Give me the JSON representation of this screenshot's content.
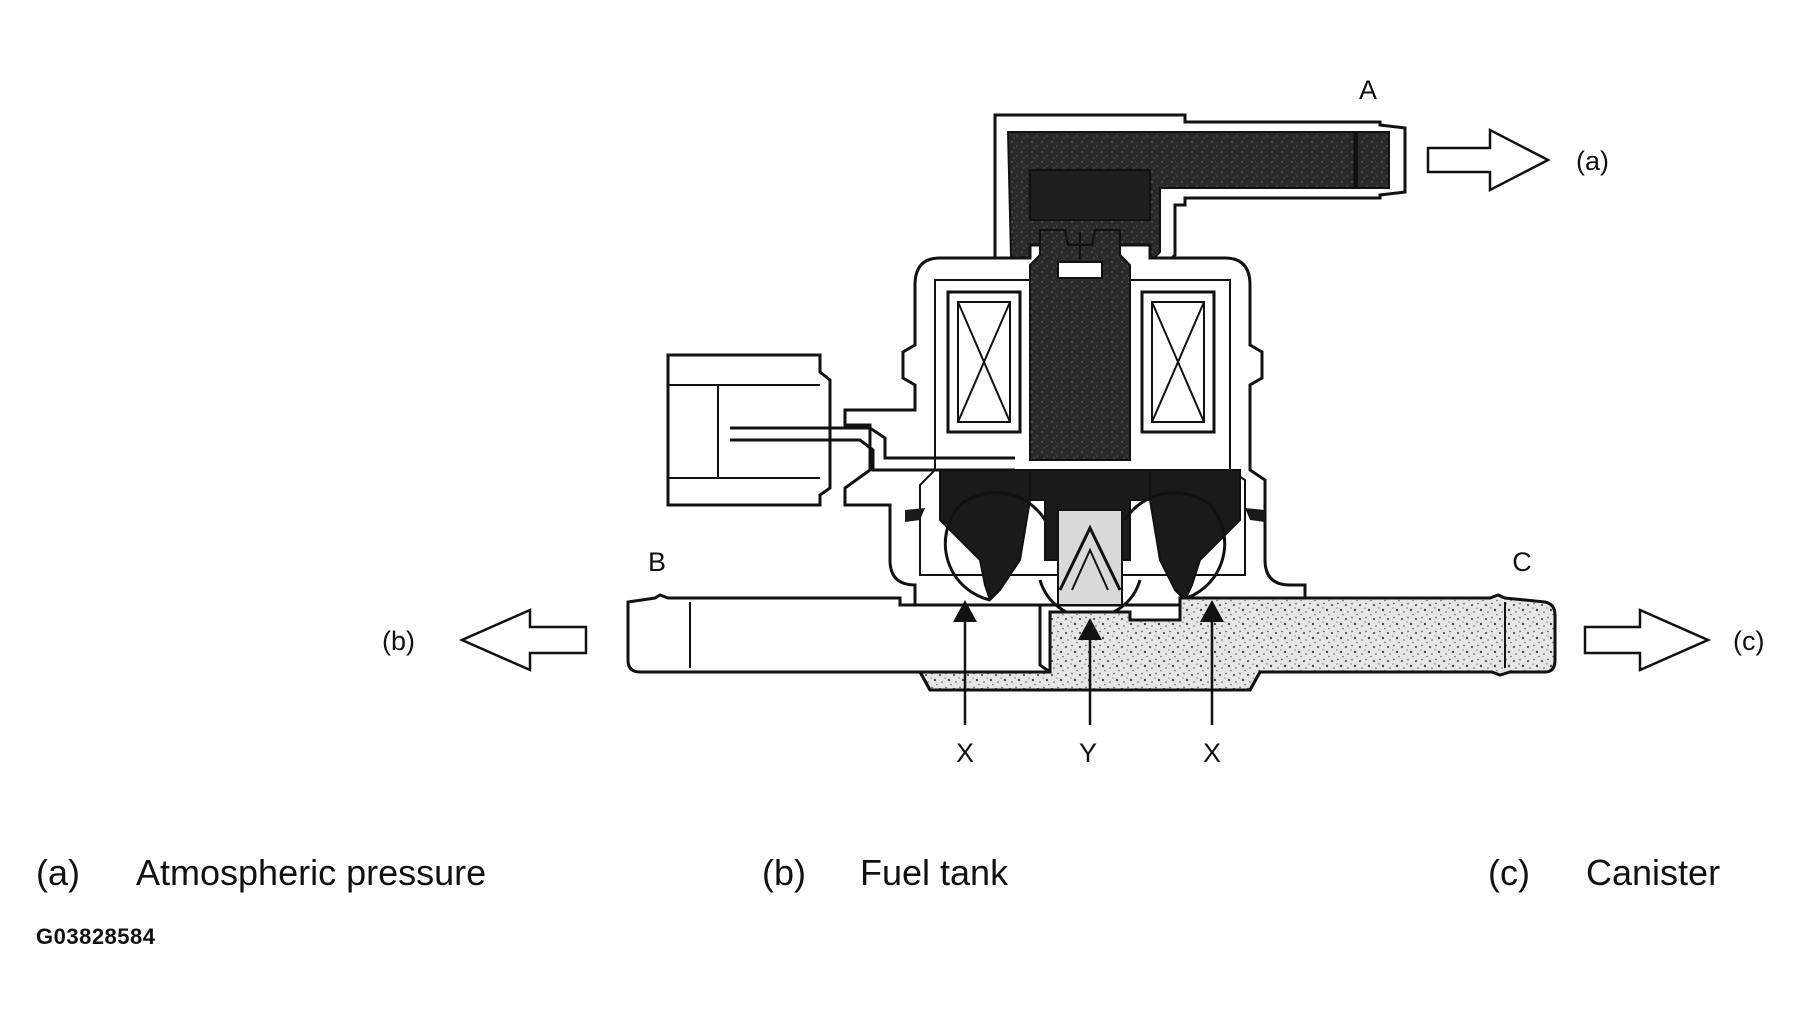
{
  "diagram": {
    "port_labels": {
      "a": "A",
      "b": "B",
      "c": "C"
    },
    "flow_labels": {
      "a": "(a)",
      "b": "(b)",
      "c": "(c)"
    },
    "part_labels": {
      "x_left": "X",
      "y": "Y",
      "x_right": "X"
    }
  },
  "legend": [
    {
      "key": "(a)",
      "text": "Atmospheric pressure"
    },
    {
      "key": "(b)",
      "text": "Fuel tank"
    },
    {
      "key": "(c)",
      "text": "Canister"
    }
  ],
  "figure_id": "G03828584"
}
